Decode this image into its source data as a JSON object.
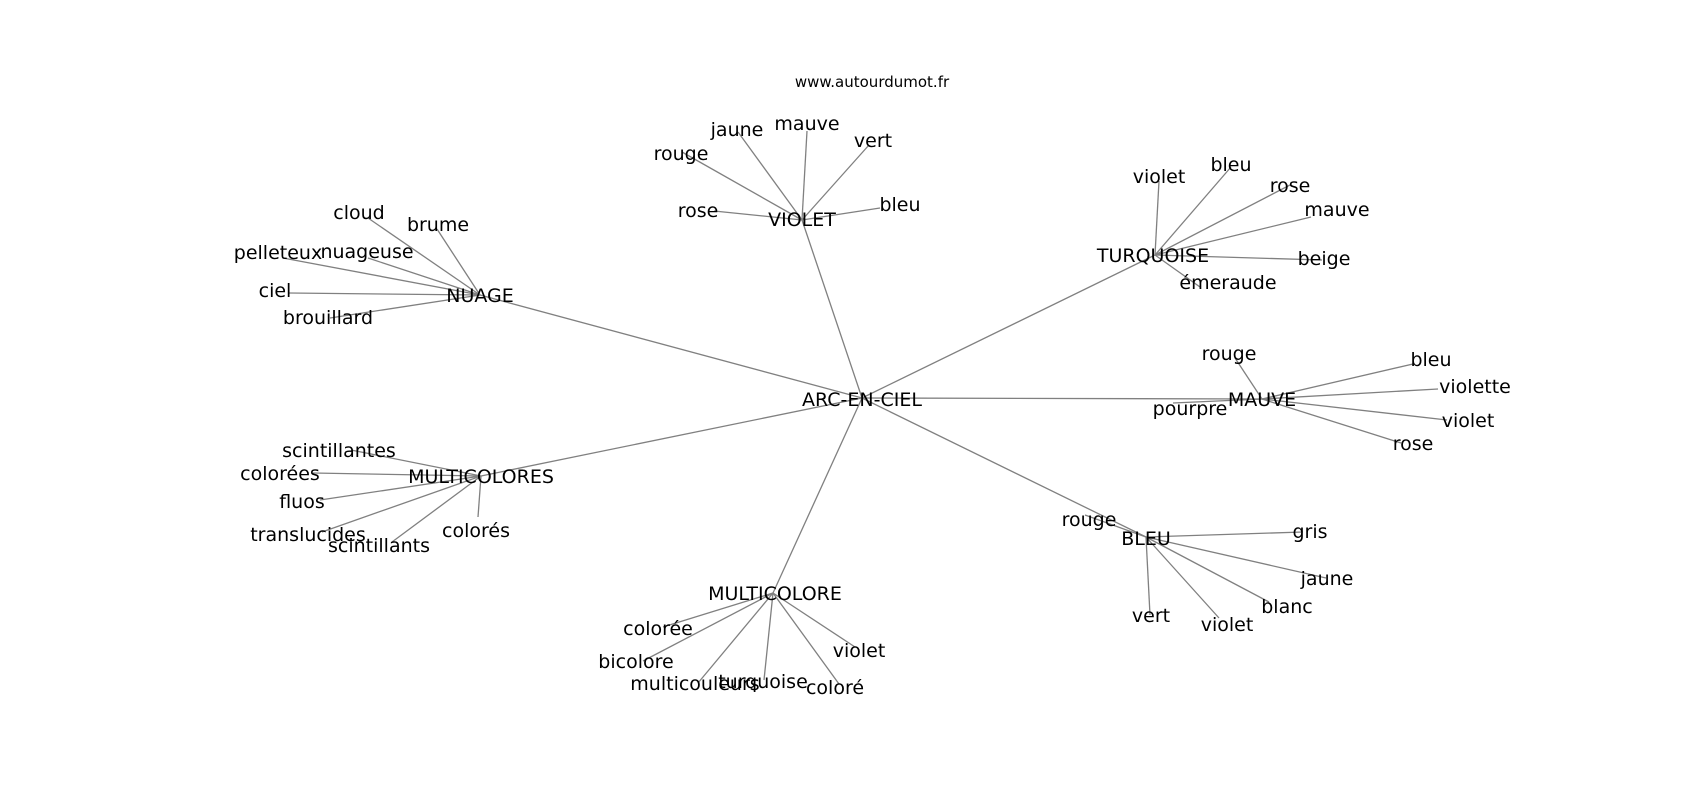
{
  "source": "www.autourdumot.fr",
  "center": "ARC-EN-CIEL",
  "groups": [
    {
      "id": "violet",
      "label": "VIOLET",
      "leaves": [
        "rouge",
        "jaune",
        "mauve",
        "vert",
        "bleu",
        "rose"
      ]
    },
    {
      "id": "turquoise",
      "label": "TURQUOISE",
      "leaves": [
        "violet",
        "bleu",
        "rose",
        "mauve",
        "beige",
        "émeraude"
      ]
    },
    {
      "id": "nuage",
      "label": "NUAGE",
      "leaves": [
        "cloud",
        "brume",
        "pelleteux",
        "nuageuse",
        "ciel",
        "brouillard"
      ]
    },
    {
      "id": "mauve",
      "label": "MAUVE",
      "leaves": [
        "rouge",
        "bleu",
        "violette",
        "violet",
        "rose",
        "pourpre"
      ]
    },
    {
      "id": "multicolores",
      "label": "MULTICOLORES",
      "leaves": [
        "scintillantes",
        "colorées",
        "fluos",
        "translucides",
        "scintillants",
        "colorés"
      ]
    },
    {
      "id": "bleu",
      "label": "BLEU",
      "leaves": [
        "rouge",
        "gris",
        "jaune",
        "blanc",
        "violet",
        "vert"
      ]
    },
    {
      "id": "multicolore",
      "label": "MULTICOLORE",
      "leaves": [
        "colorée",
        "bicolore",
        "multicouleurs",
        "turquoise",
        "coloré",
        "violet"
      ]
    }
  ]
}
